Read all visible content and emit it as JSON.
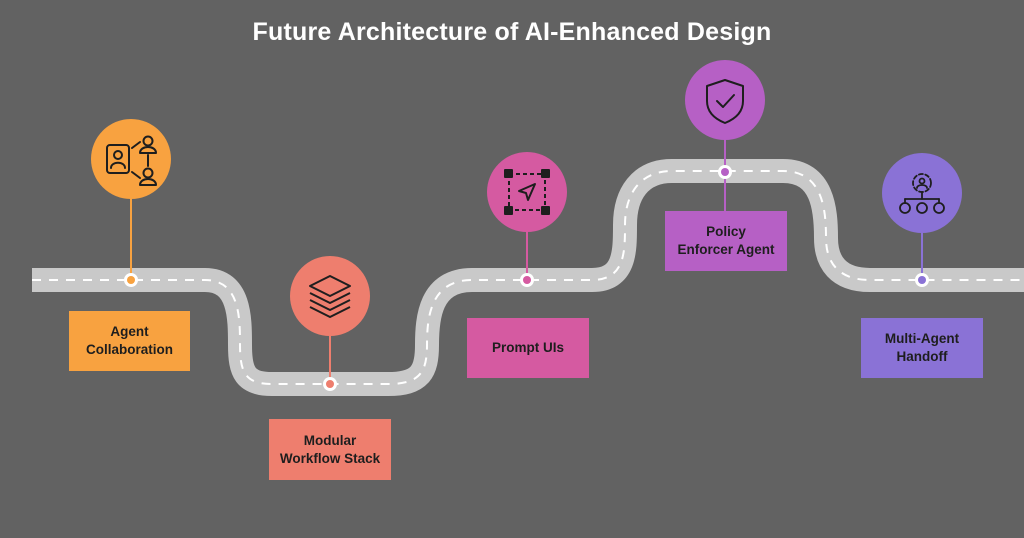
{
  "title": "Future Architecture of AI-Enhanced Design",
  "colors": {
    "background": "#626262",
    "road": "#c9c9c9",
    "road_dash": "#ffffff"
  },
  "milestones": [
    {
      "label": "Agent\nCollaboration",
      "color": "#f8a240",
      "icon": "agent-collaboration-icon"
    },
    {
      "label": "Modular\nWorkflow Stack",
      "color": "#ee7e6e",
      "icon": "layers-stack-icon"
    },
    {
      "label": "Prompt UIs",
      "color": "#d55aa1",
      "icon": "cursor-pointer-icon"
    },
    {
      "label": "Policy\nEnforcer Agent",
      "color": "#b660c5",
      "icon": "shield-check-icon"
    },
    {
      "label": "Multi-Agent\nHandoff",
      "color": "#8a72d6",
      "icon": "agent-network-icon"
    }
  ]
}
